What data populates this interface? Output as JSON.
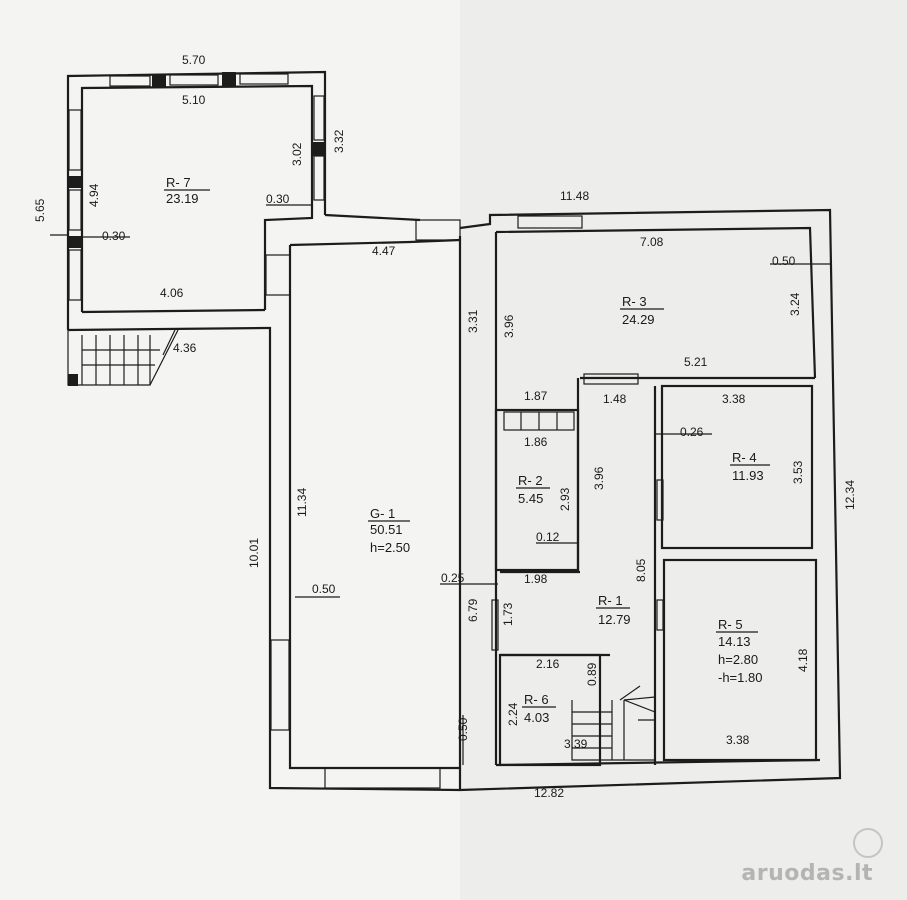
{
  "rooms": [
    {
      "id": "r7",
      "code": "R- 7",
      "area": "23.19"
    },
    {
      "id": "g1",
      "code": "G- 1",
      "area": "50.51",
      "extra": "h=2.50"
    },
    {
      "id": "r3",
      "code": "R- 3",
      "area": "24.29"
    },
    {
      "id": "r2",
      "code": "R- 2",
      "area": "5.45"
    },
    {
      "id": "r4",
      "code": "R- 4",
      "area": "11.93"
    },
    {
      "id": "r1",
      "code": "R- 1",
      "area": "12.79"
    },
    {
      "id": "r5",
      "code": "R- 5",
      "area": "14.13",
      "extra": "h=2.80",
      "extra2": "-h=1.80"
    },
    {
      "id": "r6",
      "code": "R- 6",
      "area": "4.03"
    }
  ],
  "dimensions": [
    "5.70",
    "5.10",
    "3.02",
    "3.32",
    "5.65",
    "4.94",
    "0.30",
    "0.30",
    "4.06",
    "4.36",
    "4.47",
    "3.31",
    "11.34",
    "10.01",
    "0.50",
    "0.25",
    "6.79",
    "0.50",
    "11.48",
    "7.08",
    "0.50",
    "3.24",
    "3.96",
    "5.21",
    "1.87",
    "1.48",
    "3.38",
    "0.26",
    "1.86",
    "2.93",
    "3.96",
    "3.53",
    "12.34",
    "0.12",
    "1.98",
    "8.05",
    "1.73",
    "4.18",
    "3.38",
    "2.16",
    "0.89",
    "2.24",
    "3.39",
    "12.82"
  ],
  "watermark": "aruodas.lt"
}
